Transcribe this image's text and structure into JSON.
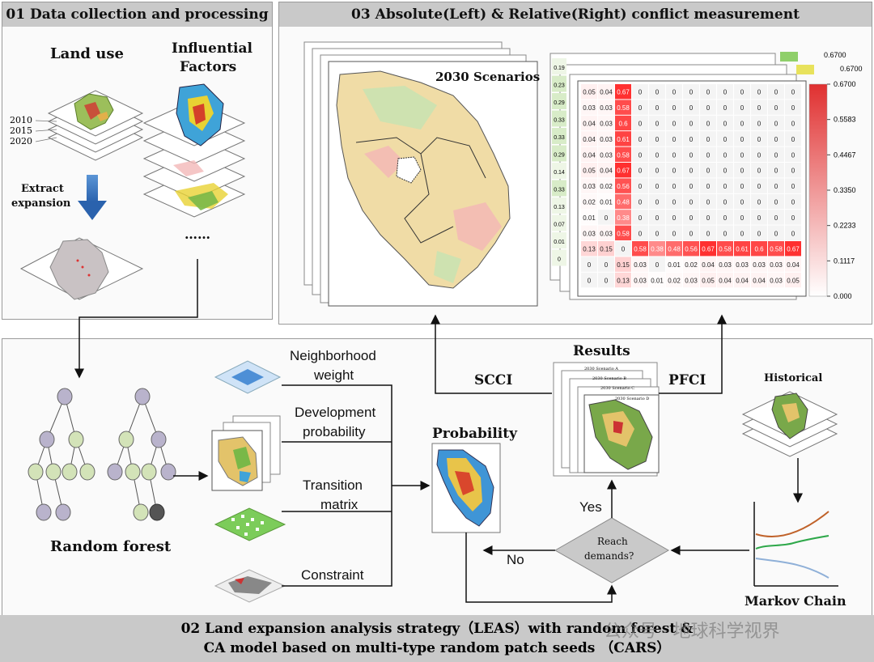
{
  "panel1": {
    "title": "01 Data collection and processing",
    "land_use_label": "Land  use",
    "influential_label_1": "Influential",
    "influential_label_2": "Factors",
    "years": [
      "2010",
      "2015",
      "2020"
    ],
    "extract_label_1": "Extract",
    "extract_label_2": "expansion",
    "ellipsis": "……"
  },
  "panel3": {
    "title": "03 Absolute(Left) & Relative(Right) conflict  measurement",
    "map_title": "2030 Scenarios",
    "legend_max_small_1": "0.6700",
    "legend_max_small_2": "0.6700",
    "colorbar_ticks": [
      "0.6700",
      "0.5583",
      "0.4467",
      "0.3350",
      "0.2233",
      "0.1117",
      "0.000"
    ],
    "matrix_rows": [
      [
        "0.05",
        "0.04",
        "0.67",
        "0",
        "0",
        "0",
        "0",
        "0",
        "0",
        "0",
        "0",
        "0",
        "0"
      ],
      [
        "0.03",
        "0.03",
        "0.58",
        "0",
        "0",
        "0",
        "0",
        "0",
        "0",
        "0",
        "0",
        "0",
        "0"
      ],
      [
        "0.04",
        "0.03",
        "0.6",
        "0",
        "0",
        "0",
        "0",
        "0",
        "0",
        "0",
        "0",
        "0",
        "0"
      ],
      [
        "0.04",
        "0.03",
        "0.61",
        "0",
        "0",
        "0",
        "0",
        "0",
        "0",
        "0",
        "0",
        "0",
        "0"
      ],
      [
        "0.04",
        "0.03",
        "0.58",
        "0",
        "0",
        "0",
        "0",
        "0",
        "0",
        "0",
        "0",
        "0",
        "0"
      ],
      [
        "0.05",
        "0.04",
        "0.67",
        "0",
        "0",
        "0",
        "0",
        "0",
        "0",
        "0",
        "0",
        "0",
        "0"
      ],
      [
        "0.03",
        "0.02",
        "0.56",
        "0",
        "0",
        "0",
        "0",
        "0",
        "0",
        "0",
        "0",
        "0",
        "0"
      ],
      [
        "0.02",
        "0.01",
        "0.48",
        "0",
        "0",
        "0",
        "0",
        "0",
        "0",
        "0",
        "0",
        "0",
        "0"
      ],
      [
        "0.01",
        "0",
        "0.38",
        "0",
        "0",
        "0",
        "0",
        "0",
        "0",
        "0",
        "0",
        "0",
        "0"
      ],
      [
        "0.03",
        "0.03",
        "0.58",
        "0",
        "0",
        "0",
        "0",
        "0",
        "0",
        "0",
        "0",
        "0",
        "0"
      ],
      [
        "0.13",
        "0.15",
        "0",
        "0.58",
        "0.38",
        "0.48",
        "0.56",
        "0.67",
        "0.58",
        "0.61",
        "0.6",
        "0.58",
        "0.67"
      ],
      [
        "0",
        "0",
        "0.15",
        "0.03",
        "0",
        "0.01",
        "0.02",
        "0.04",
        "0.03",
        "0.03",
        "0.03",
        "0.03",
        "0.04"
      ],
      [
        "0",
        "0",
        "0.13",
        "0.03",
        "0.01",
        "0.02",
        "0.03",
        "0.05",
        "0.04",
        "0.04",
        "0.04",
        "0.03",
        "0.05"
      ]
    ],
    "left_col_values": [
      "0.19",
      "0.23",
      "0.29",
      "0.33",
      "0.33",
      "0.29",
      "0.14",
      "0.33",
      "0.13",
      "0.07",
      "0.01",
      "0"
    ]
  },
  "panel2": {
    "title_line1": "02 Land expansion analysis strategy（LEAS）with random forest &",
    "title_line2": "CA model based on multi-type random patch seeds （CARS）",
    "random_forest": "Random forest",
    "neighborhood_1": "Neighborhood",
    "neighborhood_2": "weight",
    "development_1": "Development",
    "development_2": "probability",
    "transition_1": "Transition",
    "transition_2": "matrix",
    "constraint": "Constraint",
    "probability": "Probability",
    "results": "Results",
    "scci": "SCCI",
    "pfci": "PFCI",
    "yes": "Yes",
    "no": "No",
    "reach_1": "Reach",
    "reach_2": "demands?",
    "historical": "Historical",
    "markov": "Markov Chain",
    "scenario_labels": [
      "2030 Scenario A",
      "2030 Scenario B",
      "2030 Scenario C",
      "2030 Scenario D"
    ]
  },
  "watermark": "公众号 · 地球科学视界",
  "colors": {
    "panel_title_bg": "#c9c9c9",
    "arrow_blue": "#2f6db5",
    "matrix_red": "#e03030",
    "tree_purple": "#b9b3cc",
    "tree_green": "#d3e3b8"
  }
}
